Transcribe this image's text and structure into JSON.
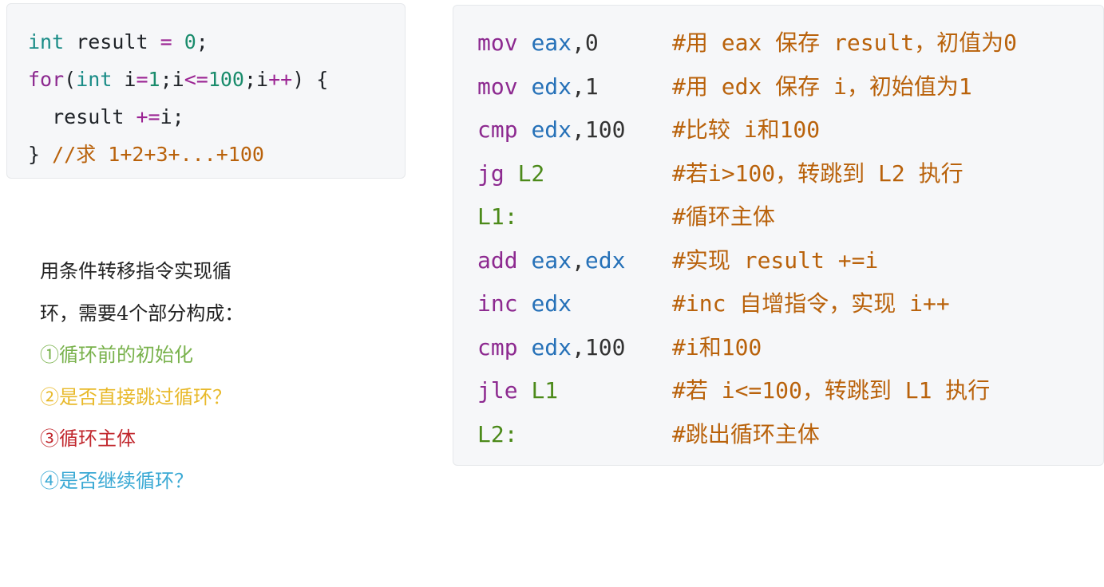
{
  "c_code": {
    "line1": {
      "type": "int",
      "name": " result ",
      "op": "=",
      "space": " ",
      "value": "0",
      "end": ";"
    },
    "line2": {
      "for": "for",
      "open": "(",
      "type": "int",
      "var": " i",
      "eq": "=",
      "start": "1",
      "semi1": ";i",
      "le": "<=",
      "limit": "100",
      "semi2": ";i",
      "inc": "++",
      "close": ") {"
    },
    "line3": {
      "indent": "  ",
      "name": "result ",
      "op": "+=",
      "rest": "i;"
    },
    "line4": {
      "brace": "} ",
      "comment": "//求 1+2+3+...+100"
    }
  },
  "asm": {
    "rows": [
      {
        "mnemonic": "mov",
        "sp": " ",
        "reg1": "eax",
        "rest": ",0",
        "comment": "#用 eax 保存 result，初值为0"
      },
      {
        "mnemonic": "mov",
        "sp": " ",
        "reg1": "edx",
        "rest": ",1",
        "comment": "#用 edx 保存 i，初始值为1"
      },
      {
        "mnemonic": "cmp",
        "sp": " ",
        "reg1": "edx",
        "rest": ",100",
        "comment": "#比较 i和100"
      },
      {
        "mnemonic": "jg",
        "sp": " ",
        "target": "L2",
        "comment": "#若i>100，转跳到 L2 执行"
      },
      {
        "label": "L1:",
        "comment": "#循环主体"
      },
      {
        "mnemonic": "add",
        "sp": " ",
        "reg1": "eax",
        "comma": ",",
        "reg2": "edx",
        "comment": "#实现 result +=i"
      },
      {
        "mnemonic": "inc",
        "sp": " ",
        "reg1": "edx",
        "comment": "#inc 自增指令，实现 i++"
      },
      {
        "mnemonic": "cmp",
        "sp": " ",
        "reg1": "edx",
        "rest": ",100",
        "comment": "#i和100"
      },
      {
        "mnemonic": "jle",
        "sp": " ",
        "target": "L1",
        "comment": "#若 i<=100，转跳到 L1 执行"
      },
      {
        "label": "L2:",
        "comment": "#跳出循环主体"
      }
    ]
  },
  "notes": {
    "intro_line1": "用条件转移指令实现循",
    "intro_line2": "环，需要4个部分构成：",
    "step1": "①循环前的初始化",
    "step2": "②是否直接跳过循环？",
    "step3": "③循环主体",
    "step4": "④是否继续循环？"
  },
  "colors": {
    "keyword_type": "#1a8c87",
    "keyword_control": "#8d2a90",
    "register": "#2671b8",
    "label": "#4c8a1a",
    "comment": "#b9620b",
    "step1": "#79b24c",
    "step2": "#e8b92a",
    "step3": "#c1272d",
    "step4": "#3aa9d4"
  }
}
